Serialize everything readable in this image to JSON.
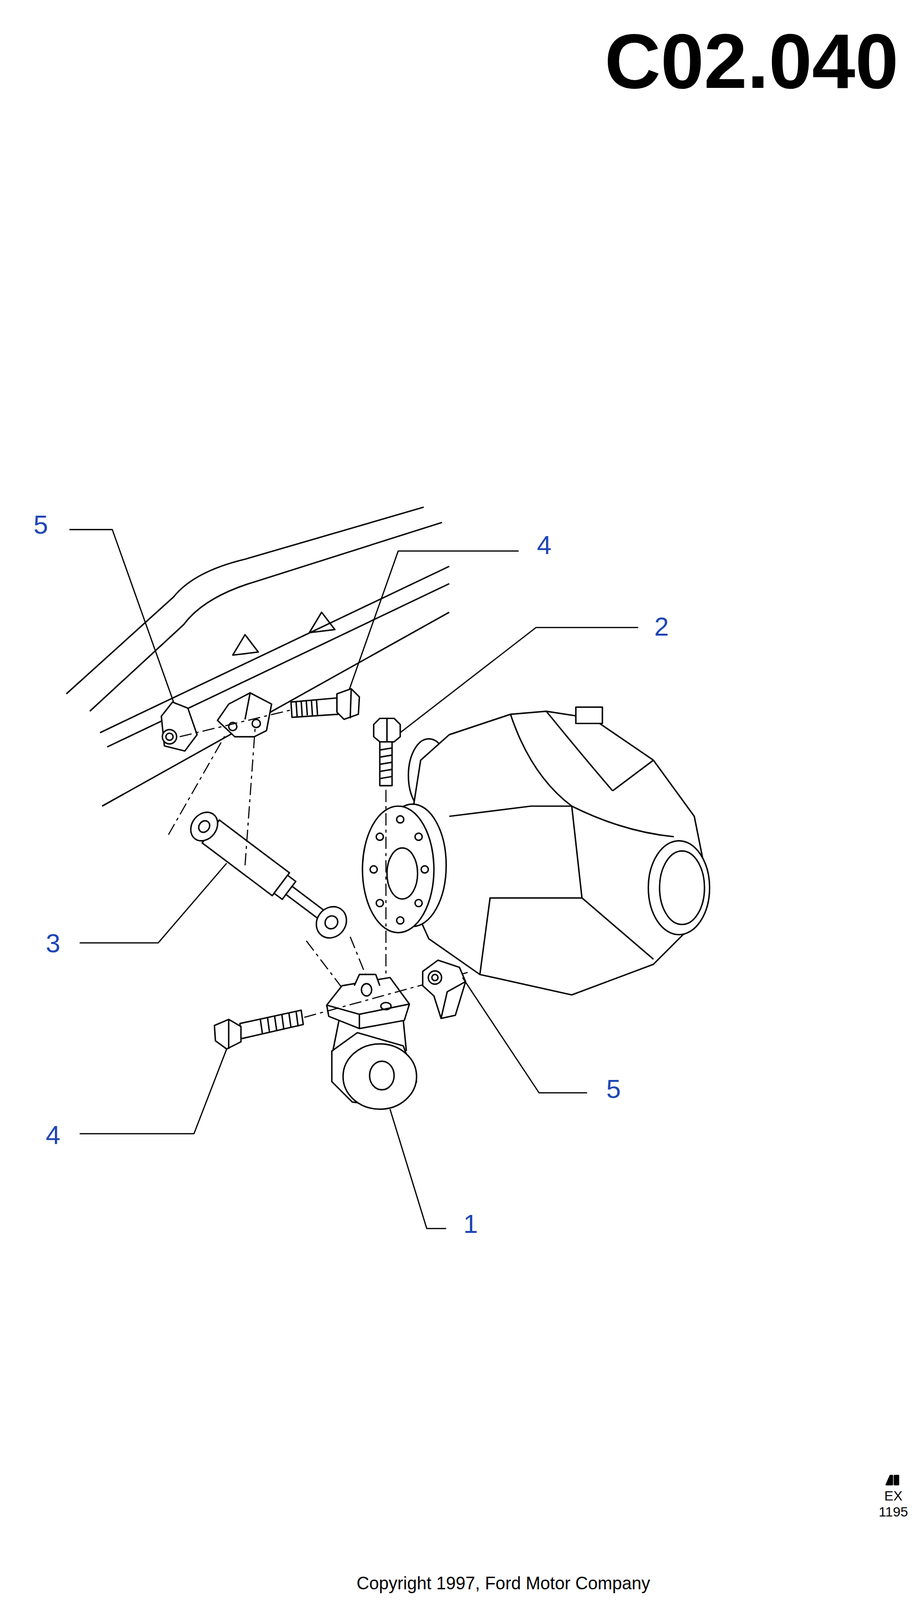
{
  "diagram": {
    "title": "C02.040",
    "caption": "Copyright 1997, Ford Motor Company",
    "labels": [
      "5",
      "4",
      "2",
      "3",
      "5",
      "4",
      "1",
      "EX",
      "1195"
    ]
  }
}
